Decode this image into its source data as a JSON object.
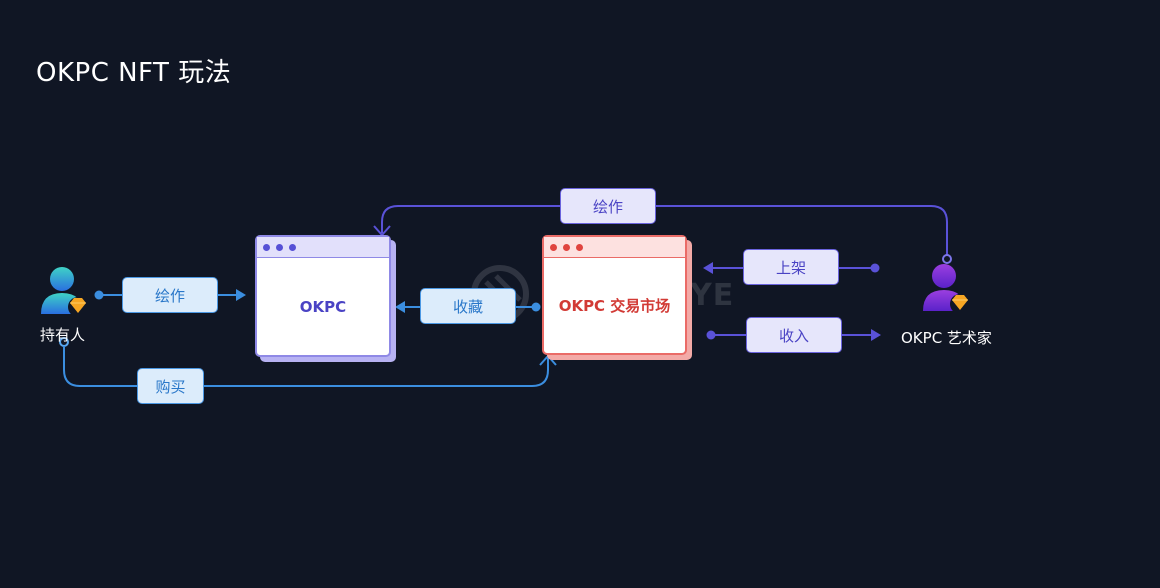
{
  "title": "OKPC NFT 玩法",
  "nodes": {
    "holder": "持有人",
    "artist": "OKPC 艺术家",
    "okpc": "OKPC",
    "market": "OKPC 交易市场"
  },
  "edges": {
    "holder_to_okpc": "绘作",
    "artist_to_okpc": "绘作",
    "market_to_okpc": "收藏",
    "artist_to_market": "上架",
    "market_to_artist": "收入",
    "holder_to_market": "购买"
  },
  "watermark": "YE",
  "colors": {
    "background": "#101624",
    "blue_flow": "#3b8ee0",
    "purple_flow": "#5a52d8",
    "market_accent": "#e0443f"
  }
}
